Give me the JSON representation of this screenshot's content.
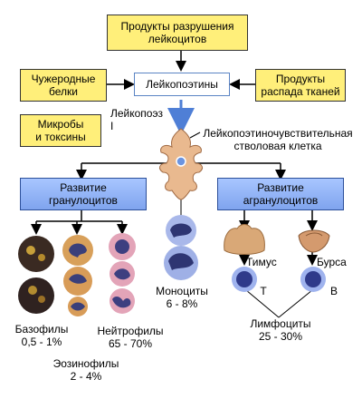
{
  "top_box": "Продукты разрушения\nлейкоцитов",
  "foreign_proteins": "Чужеродные\nбелки",
  "tissue_products": "Продукты\nраспада тканей",
  "leukopoietins": "Лейкопоэтины",
  "microbes": "Микробы\nи токсины",
  "leukopoiesis": "Лейкопоэз\nI",
  "stem_cell": "Лейкопоэтиночувствительная\nстволовая клетка",
  "granulocytes_box": "Развитие\nгранулоцитов",
  "agranulocytes_box": "Развитие\nагранулоцитов",
  "monocytes": "Моноциты\n6 - 8%",
  "thymus": "Тимус",
  "bursa": "Бурса",
  "t_label": "Т",
  "b_label": "В",
  "basophils": "Базофилы\n0,5 - 1%",
  "neutrophils": "Нейтрофилы\n65 - 70%",
  "eosinophils": "Эозинофилы\n2 - 4%",
  "lymphocytes": "Лимфоциты\n25 - 30%",
  "colors": {
    "yellow": "#ffef7a",
    "blue": "#8aaef3",
    "border_blue": "#5b84c4"
  }
}
